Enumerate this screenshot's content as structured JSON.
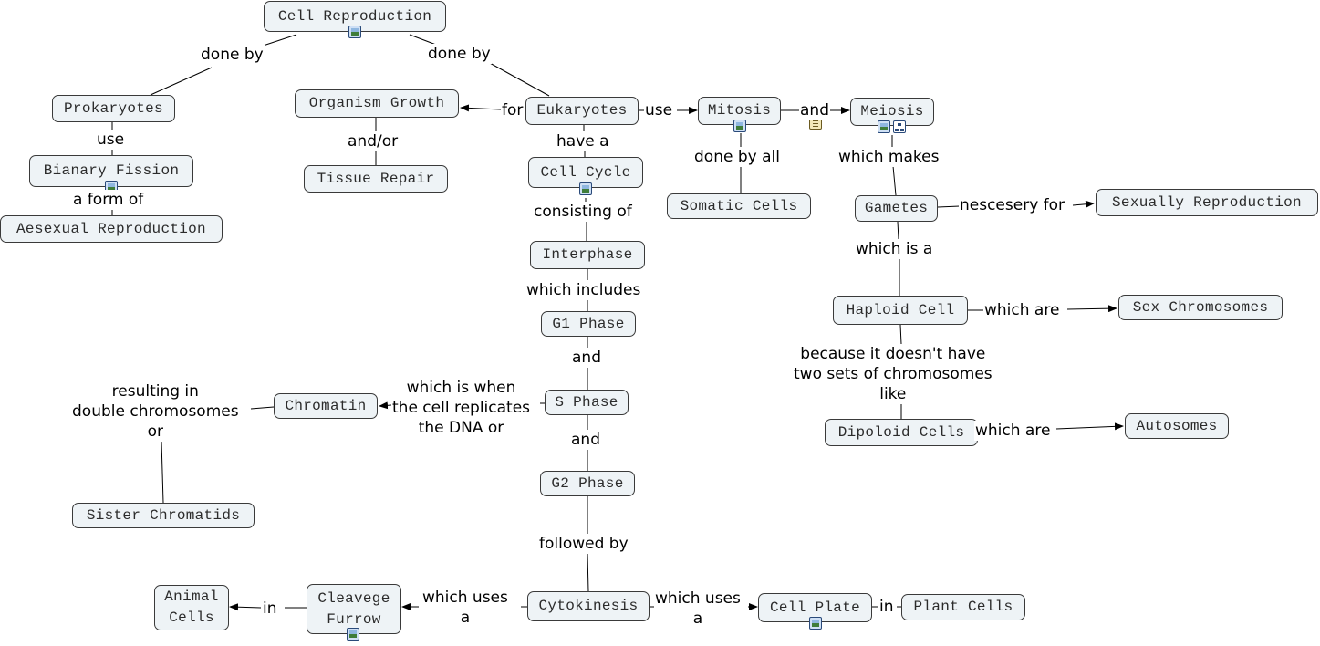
{
  "concepts": {
    "cell_reproduction": "Cell Reproduction",
    "prokaryotes": "Prokaryotes",
    "bianary_fission": "Bianary Fission",
    "aesexual_reproduction": "Aesexual Reproduction",
    "organism_growth": "Organism Growth",
    "tissue_repair": "Tissue Repair",
    "eukaryotes": "Eukaryotes",
    "cell_cycle": "Cell Cycle",
    "interphase": "Interphase",
    "g1_phase": "G1 Phase",
    "s_phase": "S Phase",
    "g2_phase": "G2 Phase",
    "cytokinesis": "Cytokinesis",
    "chromatin": "Chromatin",
    "sister_chromatids": "Sister Chromatids",
    "animal_cells": "Animal\nCells",
    "cleavege_furrow": "Cleavege\nFurrow",
    "cell_plate": "Cell Plate",
    "plant_cells": "Plant Cells",
    "mitosis": "Mitosis",
    "somatic_cells": "Somatic Cells",
    "meiosis": "Meiosis",
    "gametes": "Gametes",
    "sexually_reproduction": "Sexually Reproduction",
    "haploid_cell": "Haploid Cell",
    "sex_chromosomes": "Sex Chromosomes",
    "dipoloid_cells": "Dipoloid Cells",
    "autosomes": "Autosomes"
  },
  "links": {
    "done_by_left": "done by",
    "done_by_right": "done by",
    "use_prok": "use",
    "a_form_of": "a form of",
    "and_or": "and/or",
    "for": "for",
    "use_euk": "use",
    "and_meiosis": "and",
    "have_a": "have a",
    "consisting_of": "consisting of",
    "which_includes": "which includes",
    "and_g1_s": "and",
    "and_s_g2": "and",
    "which_is_when": "which is when\nthe cell replicates\nthe DNA or",
    "resulting_in": "resulting in\ndouble chromosomes\nor",
    "followed_by": "followed by",
    "which_uses_left": "which uses\na",
    "which_uses_right": "which uses\na",
    "in_animal": "in",
    "in_plant": "in",
    "done_by_all": "done by all",
    "which_makes": "which makes",
    "nescesery_for": "nescesery for",
    "which_is_a": "which is a",
    "which_are_sex": "which are",
    "because": "because it doesn't have\ntwo sets of chromosomes\nlike",
    "which_are_auto": "which are"
  },
  "colors": {
    "node_fill": "#eef3f6",
    "node_border": "#3a3a3a",
    "line": "#000000",
    "background": "#ffffff"
  }
}
